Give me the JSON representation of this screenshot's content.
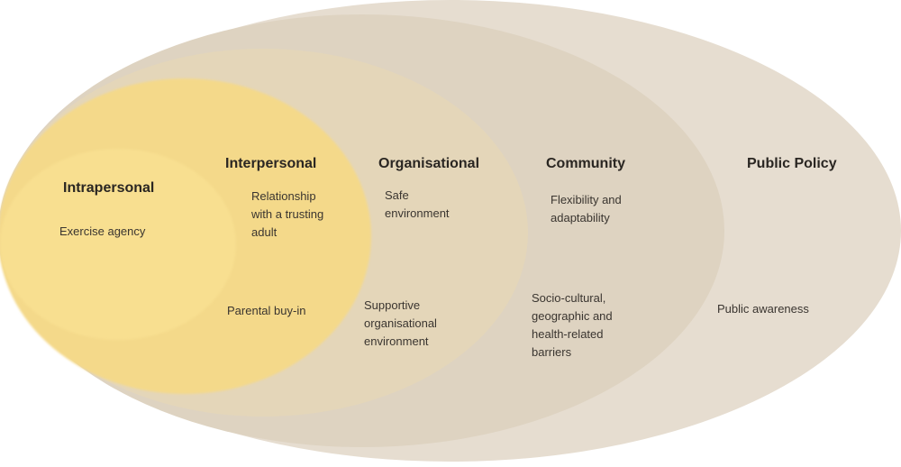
{
  "levels": {
    "intrapersonal": {
      "title": "Intrapersonal",
      "items": [
        "Exercise agency"
      ]
    },
    "interpersonal": {
      "title": "Interpersonal",
      "items": [
        "Relationship\nwith a trusting\nadult",
        "Parental buy-in"
      ]
    },
    "organisational": {
      "title": "Organisational",
      "items": [
        "Safe\nenvironment",
        "Supportive\norganisational\nenvironment"
      ]
    },
    "community": {
      "title": "Community",
      "items": [
        "Flexibility and\nadaptability",
        "Socio-cultural,\ngeographic and\nhealth-related\nbarriers"
      ]
    },
    "public_policy": {
      "title": "Public Policy",
      "items": [
        "Public awareness"
      ]
    }
  },
  "colors": {
    "public_policy": "#e6ddd0",
    "community": "#ded3c1",
    "organisational": "#e4d6b9",
    "interpersonal": "#f4d98a",
    "intrapersonal": "#f8df90"
  }
}
